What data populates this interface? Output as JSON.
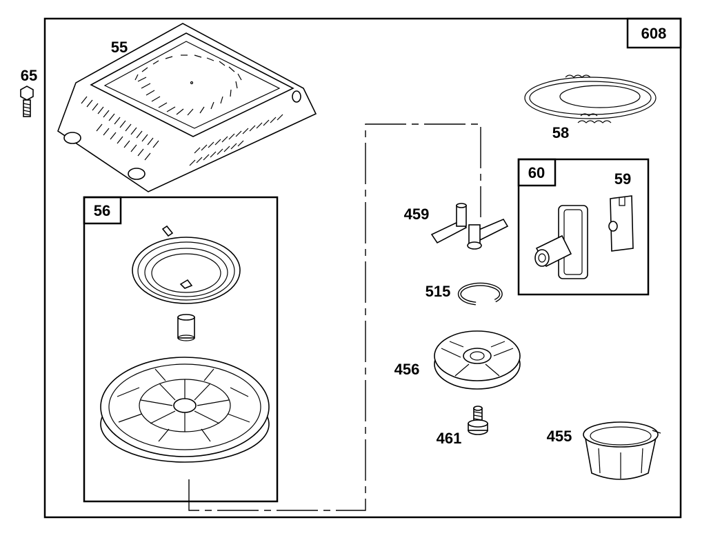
{
  "assembly_label": "608",
  "groups": {
    "rewind_assembly": "56",
    "guide_assembly": "60"
  },
  "parts": {
    "blower_housing": "55",
    "screw": "65",
    "rope": "58",
    "handle_insert": "59",
    "dog": "459",
    "retainer_ring": "515",
    "pawl_retainer": "456",
    "screw_shoulder": "461",
    "cup_starter": "455"
  }
}
